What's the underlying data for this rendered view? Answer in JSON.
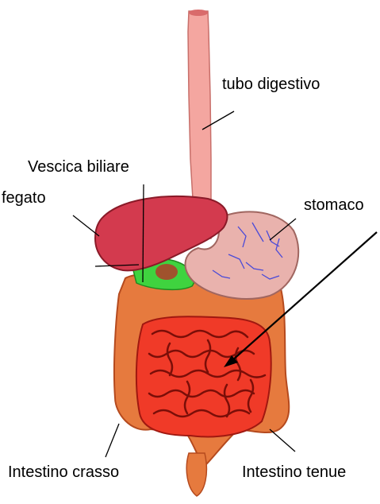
{
  "labels": {
    "esophagus": "tubo digestivo",
    "gallbladder": "Vescica biliare",
    "liver": "fegato",
    "stomach": "stomaco",
    "large_intestine": "Intestino crasso",
    "small_intestine": "Intestino tenue"
  },
  "colors": {
    "esophagus": "#f4a6a0",
    "liver": "#d33a4e",
    "stomach": "#e9b2ad",
    "stomach_veins": "#4a4ad8",
    "gallbladder": "#3fd33f",
    "large_intestine": "#e67a3e",
    "small_intestine": "#f03a28",
    "leader_line": "#000000"
  }
}
